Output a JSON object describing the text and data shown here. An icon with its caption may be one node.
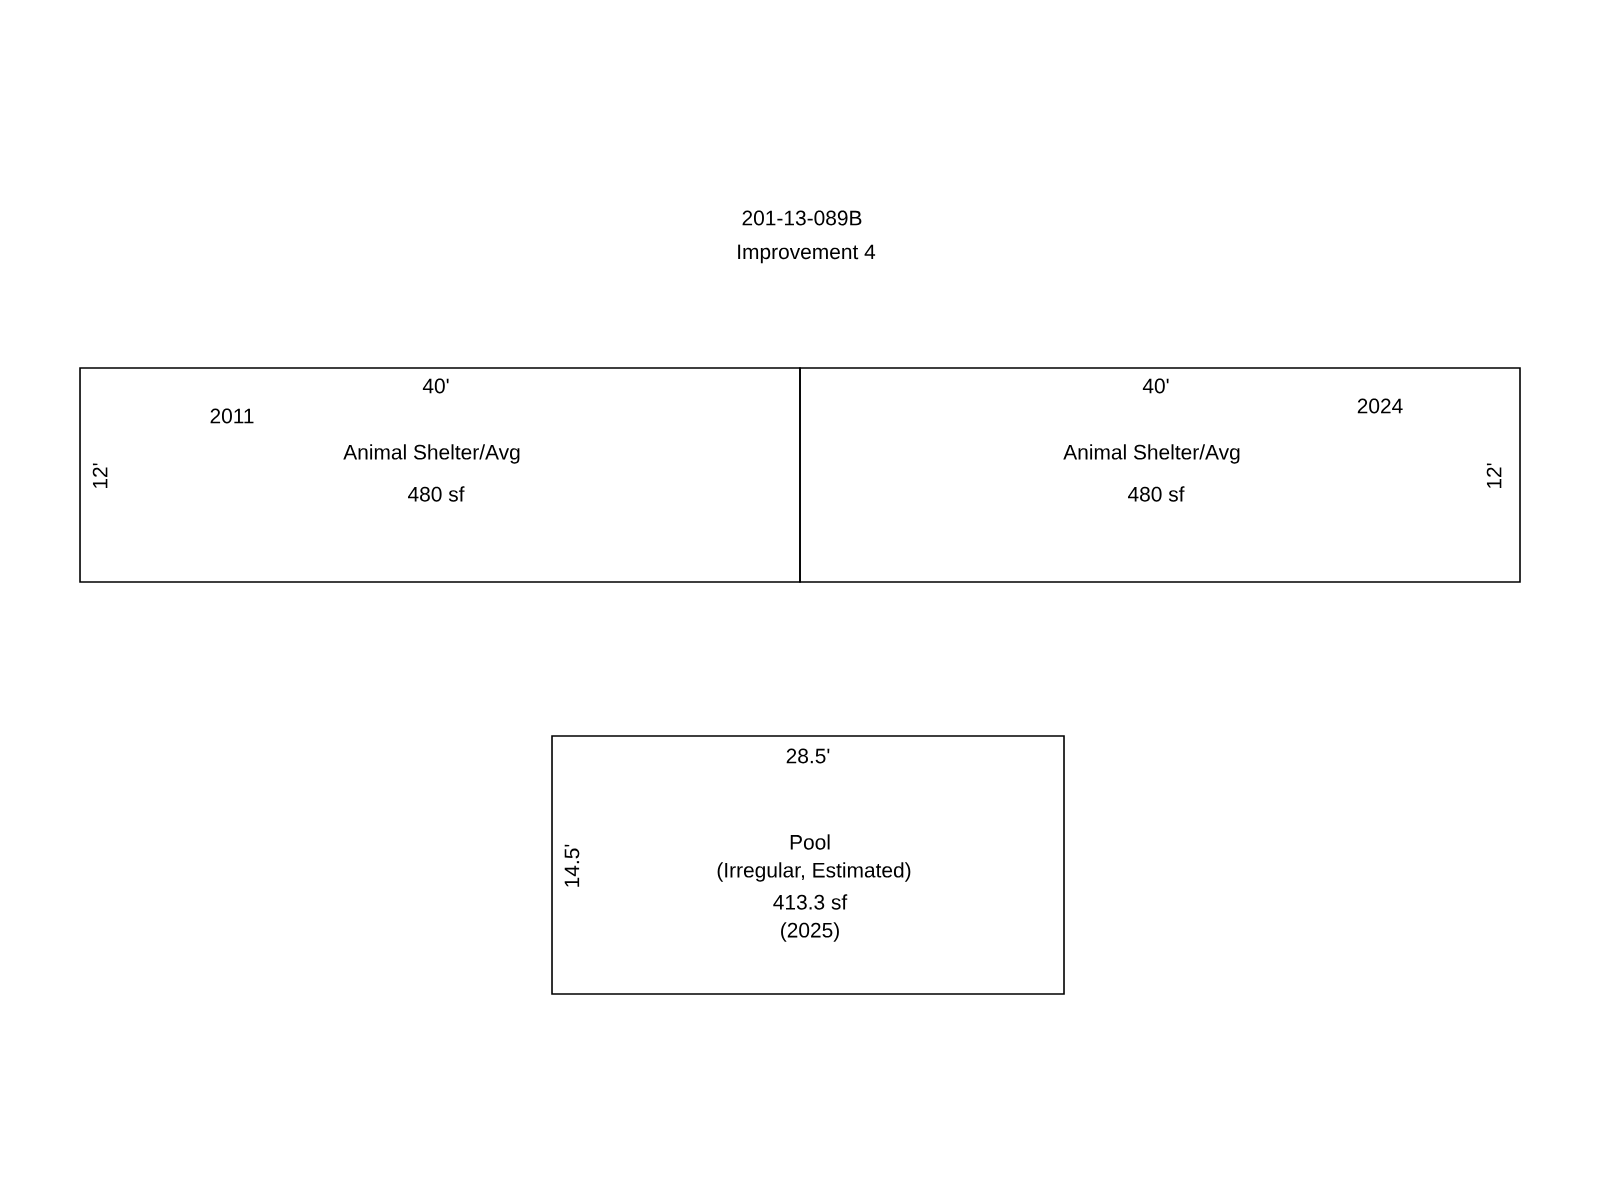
{
  "diagram": {
    "title": "201-13-089B",
    "nodes": [
      {
        "text": [
          "2011",
          "Animal Shelter/Avg",
          "480 sf"
        ]
      },
      {
        "text": [
          "2024",
          "Animal Shelter/Avg",
          "480 sf"
        ]
      },
      {
        "text": [
          "Pool",
          "(Irregular, Estimated)",
          "413.3 sf",
          "(2025)"
        ]
      }
    ],
    "labels": [
      "Improvement 4",
      "40'",
      "12'",
      "40'",
      "12'",
      "28.5'",
      "14.5'"
    ]
  }
}
